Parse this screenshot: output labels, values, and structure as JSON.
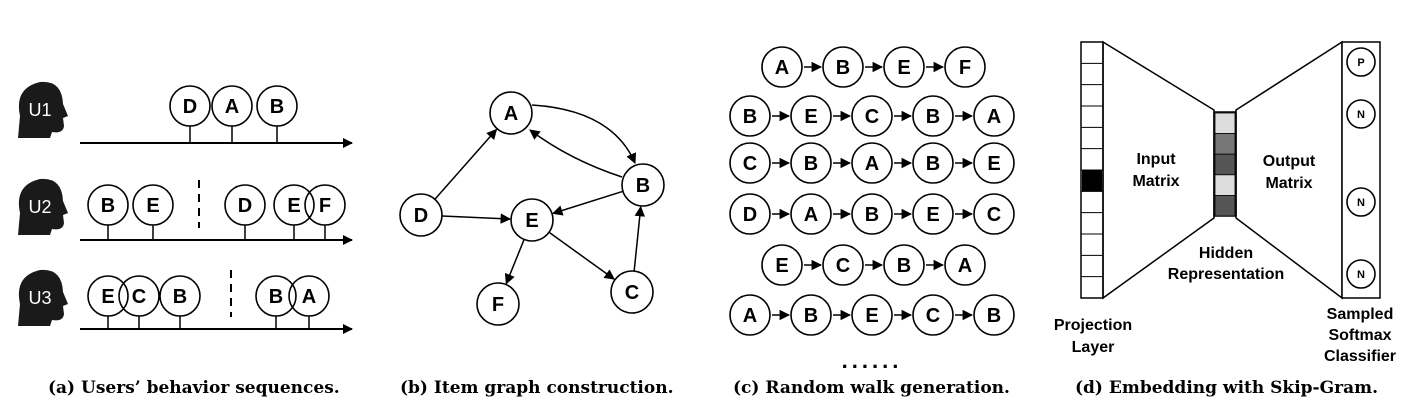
{
  "panel_a": {
    "caption": "(a) Users’ behavior sequences.",
    "users": [
      {
        "label": "U1",
        "items": [
          "D",
          "A",
          "B"
        ]
      },
      {
        "label": "U2",
        "items": [
          "B",
          "E",
          "D",
          "E",
          "F"
        ]
      },
      {
        "label": "U3",
        "items": [
          "E",
          "C",
          "B",
          "B",
          "A"
        ]
      }
    ]
  },
  "panel_b": {
    "caption": "(b) Item graph construction.",
    "nodes": [
      "A",
      "B",
      "C",
      "D",
      "E",
      "F"
    ],
    "edges": [
      [
        "D",
        "A"
      ],
      [
        "D",
        "E"
      ],
      [
        "A",
        "B"
      ],
      [
        "B",
        "A"
      ],
      [
        "B",
        "E"
      ],
      [
        "E",
        "F"
      ],
      [
        "E",
        "C"
      ],
      [
        "C",
        "B"
      ]
    ]
  },
  "panel_c": {
    "caption": "(c) Random walk generation.",
    "walks": [
      [
        "A",
        "B",
        "E",
        "F"
      ],
      [
        "B",
        "E",
        "C",
        "B",
        "A"
      ],
      [
        "C",
        "B",
        "A",
        "B",
        "E"
      ],
      [
        "D",
        "A",
        "B",
        "E",
        "C"
      ],
      [
        "E",
        "C",
        "B",
        "A"
      ],
      [
        "A",
        "B",
        "E",
        "C",
        "B"
      ]
    ],
    "ellipsis": "......"
  },
  "panel_d": {
    "caption": "(d) Embedding with Skip-Gram.",
    "input_matrix": "Input Matrix",
    "output_matrix": "Output Matrix",
    "hidden": "Hidden Representation",
    "projection": "Projection Layer",
    "classifier": "Sampled Softmax Classifier",
    "classifier_nodes": [
      "P",
      "N",
      "N",
      "N"
    ]
  }
}
